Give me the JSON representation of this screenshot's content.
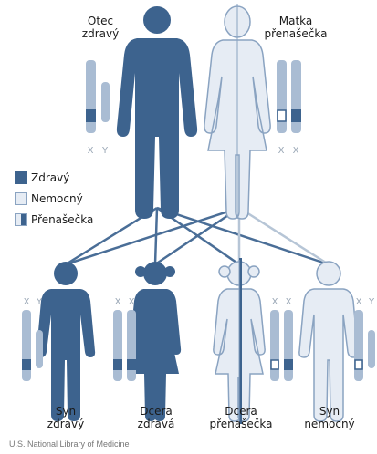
{
  "colors": {
    "healthy": "#3d638e",
    "affected": "#e6ecf4",
    "outline": "#8aa3c1",
    "line": "#4a6e97",
    "line_light": "#b6c5d6",
    "chromo_light": "#a9bcd3",
    "chromo_marker": "#3d638e"
  },
  "icons": [
    "man-figure-icon",
    "woman-figure-icon",
    "boy-figure-icon",
    "girl-figure-icon",
    "chromosome-icon"
  ],
  "parents": {
    "father": {
      "line1": "Otec",
      "line2": "zdravý",
      "chromosomes": [
        "X",
        "Y"
      ]
    },
    "mother": {
      "line1": "Matka",
      "line2": "přenašečka",
      "chromosomes": [
        "X",
        "X"
      ]
    }
  },
  "legend": {
    "healthy": "Zdravý",
    "affected": "Nemocný",
    "carrier": "Přenašečka"
  },
  "children": [
    {
      "line1": "Syn",
      "line2": "zdravý",
      "chromosomes": [
        "X",
        "Y"
      ]
    },
    {
      "line1": "Dcera",
      "line2": "zdravá",
      "chromosomes": [
        "X",
        "X"
      ]
    },
    {
      "line1": "Dcera",
      "line2": "přenašečka",
      "chromosomes": [
        "X",
        "X"
      ]
    },
    {
      "line1": "Syn",
      "line2": "nemocný",
      "chromosomes": [
        "X",
        "Y"
      ]
    }
  ],
  "credit": "U.S. National Library of Medicine"
}
